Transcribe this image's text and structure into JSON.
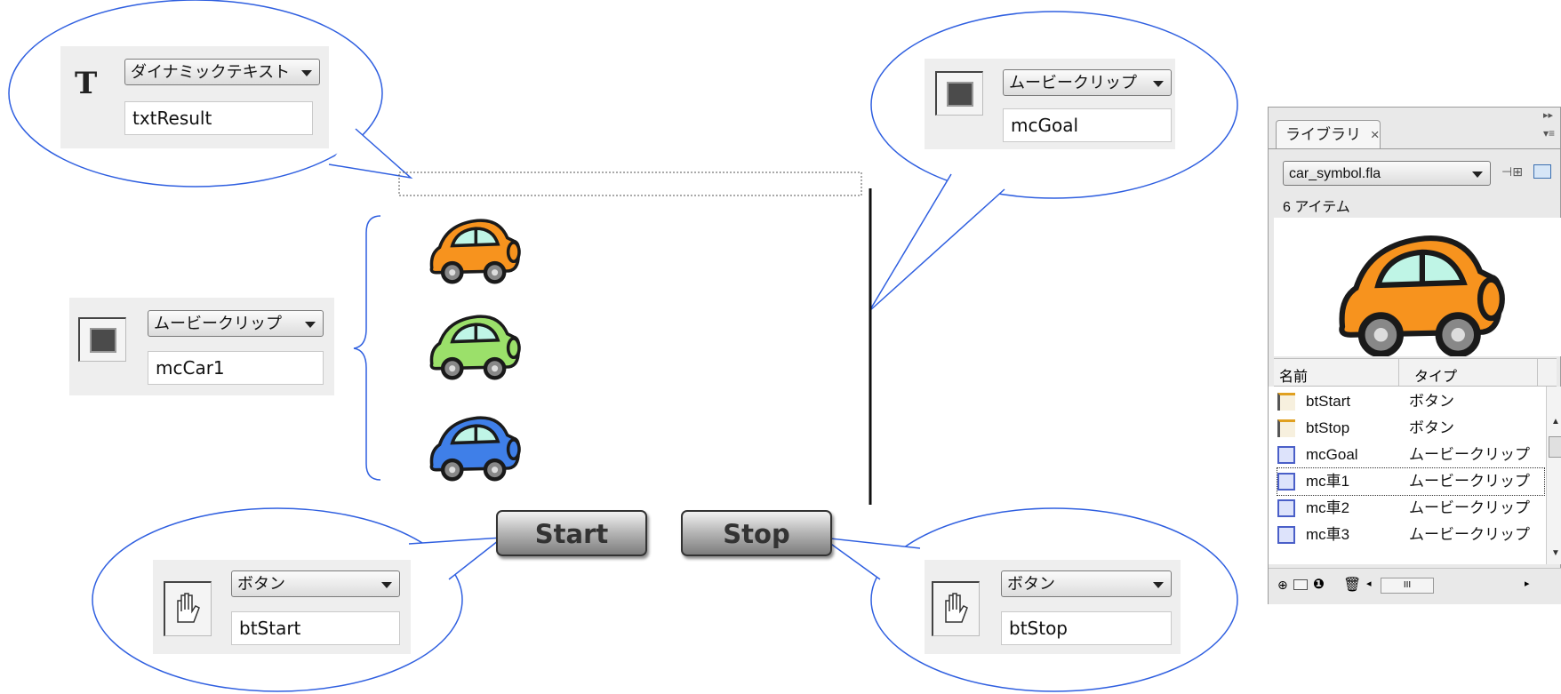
{
  "text_callout": {
    "type_label": "ダイナミックテキスト",
    "instance_name": "txtResult",
    "icon_glyph": "T"
  },
  "goal_callout": {
    "type_label": "ムービークリップ",
    "instance_name": "mcGoal"
  },
  "car_callout": {
    "type_label": "ムービークリップ",
    "instance_name": "mcCar1"
  },
  "start_callout": {
    "type_label": "ボタン",
    "instance_name": "btStart"
  },
  "stop_callout": {
    "type_label": "ボタン",
    "instance_name": "btStop"
  },
  "stage": {
    "start_button": "Start",
    "stop_button": "Stop",
    "cars": [
      {
        "color": "#f7931e"
      },
      {
        "color": "#9be06a"
      },
      {
        "color": "#3f7fe8"
      }
    ]
  },
  "library": {
    "tab_label": "ライブラリ",
    "tab_close": "×",
    "file_name": "car_symbol.fla",
    "item_count": "6 アイテム",
    "col_name": "名前",
    "col_type": "タイプ",
    "items": [
      {
        "name": "btStart",
        "type": "ボタン",
        "icon": "button-icon"
      },
      {
        "name": "btStop",
        "type": "ボタン",
        "icon": "button-icon"
      },
      {
        "name": "mcGoal",
        "type": "ムービークリップ",
        "icon": "movieclip-icon"
      },
      {
        "name": "mc車1",
        "type": "ムービークリップ",
        "icon": "movieclip-icon"
      },
      {
        "name": "mc車2",
        "type": "ムービークリップ",
        "icon": "movieclip-icon"
      },
      {
        "name": "mc車3",
        "type": "ムービークリップ",
        "icon": "movieclip-icon"
      }
    ],
    "selected_index": 3,
    "scroll_marker": "III"
  },
  "colors": {
    "callout_line": "#2f5fe0",
    "panel_bg": "#eeeeee"
  }
}
